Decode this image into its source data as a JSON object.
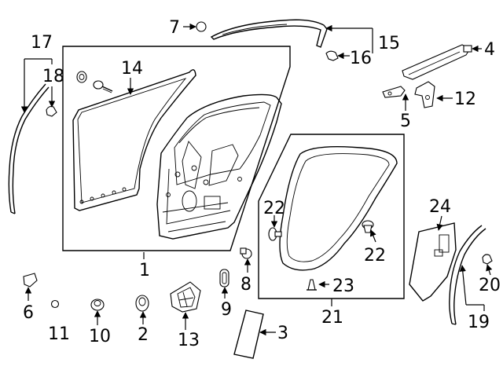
{
  "callouts": {
    "c1": "1",
    "c2": "2",
    "c3": "3",
    "c4": "4",
    "c5": "5",
    "c6": "6",
    "c7": "7",
    "c8": "8",
    "c9": "9",
    "c10": "10",
    "c11": "11",
    "c12": "12",
    "c13": "13",
    "c14": "14",
    "c15": "15",
    "c16": "16",
    "c17": "17",
    "c18": "18",
    "c19": "19",
    "c20": "20",
    "c21": "21",
    "c22a": "22",
    "c22b": "22",
    "c23": "23",
    "c24": "24"
  }
}
